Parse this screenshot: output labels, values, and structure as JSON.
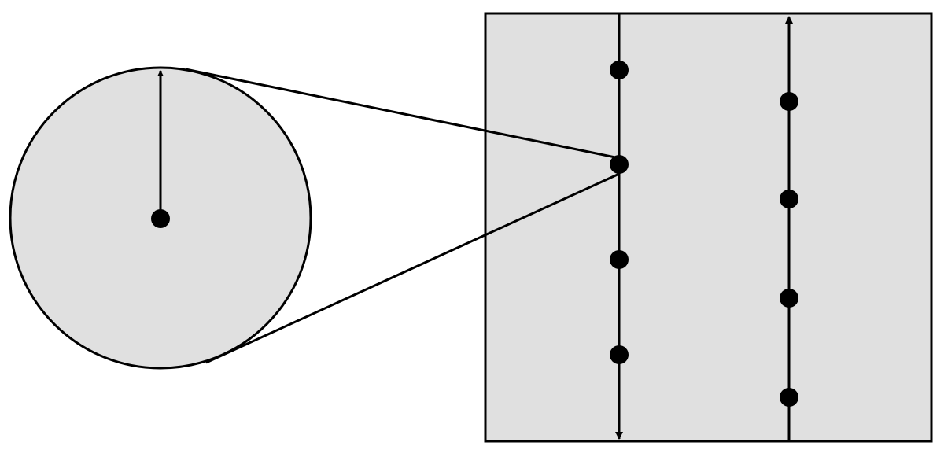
{
  "colors": {
    "background": "#ffffff",
    "fill": "#e0e0e0",
    "stroke": "#000000"
  },
  "diagram": {
    "magnified_view": {
      "columns": [
        {
          "id": "left",
          "direction": "down",
          "dot_count": 4
        },
        {
          "id": "right",
          "direction": "up",
          "dot_count": 4
        }
      ],
      "magnified_dot_index": 1
    },
    "circle": {
      "center_dot": true,
      "arrow": "up"
    }
  }
}
